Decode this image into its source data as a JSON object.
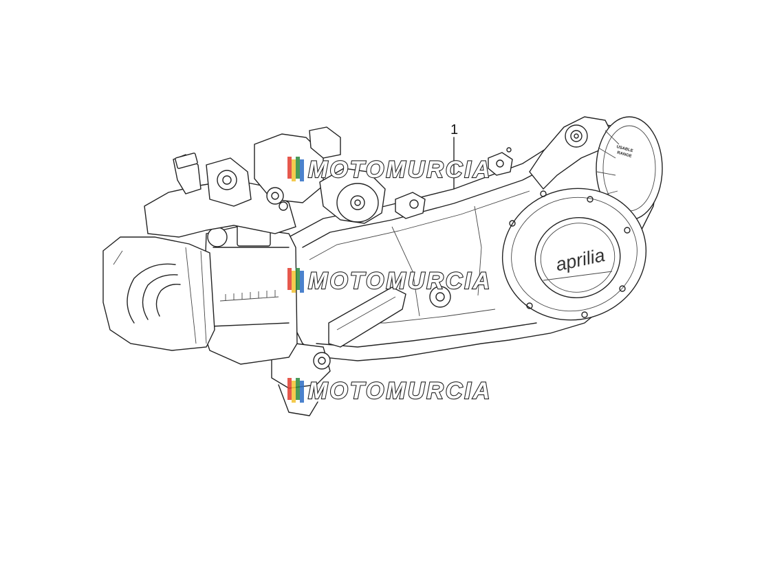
{
  "diagram": {
    "callout_number": "1",
    "brand_logo": "aprilia",
    "badge_text": [
      "USABLE",
      "RANGE"
    ],
    "watermark_text": "MOTOMURCIA",
    "watermark_colors": [
      "#e23b2e",
      "#f2c230",
      "#2a8a3c",
      "#2b6cc4"
    ]
  }
}
